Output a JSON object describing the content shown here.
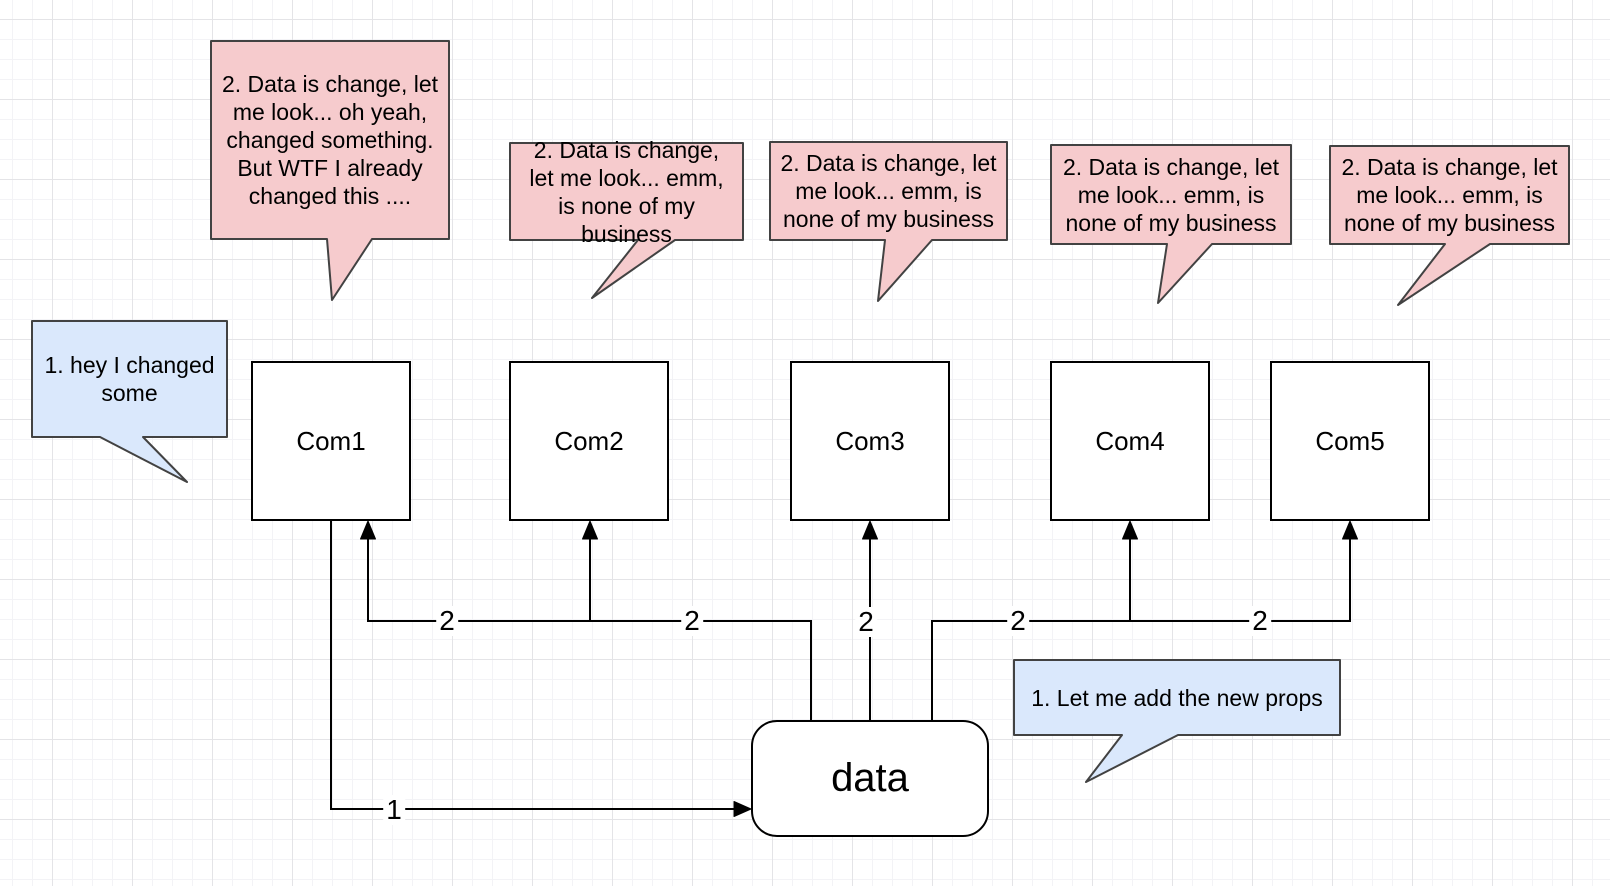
{
  "diagram": {
    "nodes": [
      {
        "label": "Com1"
      },
      {
        "label": "Com2"
      },
      {
        "label": "Com3"
      },
      {
        "label": "Com4"
      },
      {
        "label": "Com5"
      },
      {
        "label": "data"
      }
    ],
    "callouts": [
      {
        "kind": "red-thought",
        "text": "2. Data is change, let me look... oh yeah, changed something. But WTF I already changed this ...."
      },
      {
        "kind": "red-thought",
        "text": "2. Data is change, let me look... emm, is none of my business"
      },
      {
        "kind": "red-thought",
        "text": "2. Data is change, let me look... emm, is none of my business"
      },
      {
        "kind": "red-thought",
        "text": "2. Data is change, let me look... emm, is none of my business"
      },
      {
        "kind": "red-thought",
        "text": "2. Data is change, let me look... emm, is none of my business"
      },
      {
        "kind": "blue-speech",
        "text": "1. hey I changed some"
      },
      {
        "kind": "blue-speech",
        "text": "1. Let me add the new props"
      }
    ],
    "edge_labels": [
      {
        "text": "1"
      },
      {
        "text": "2"
      },
      {
        "text": "2"
      },
      {
        "text": "2"
      },
      {
        "text": "2"
      },
      {
        "text": "2"
      }
    ],
    "colors": {
      "callout_red_fill": "#f6cbcd",
      "callout_blue_fill": "#dae8fc",
      "callout_stroke": "#424242",
      "shape_fill": "#ffffff",
      "shape_stroke": "#000000",
      "edge_color": "#000000",
      "grid_minor": "#f3f3f6",
      "grid_major": "#e4e4e7"
    }
  }
}
